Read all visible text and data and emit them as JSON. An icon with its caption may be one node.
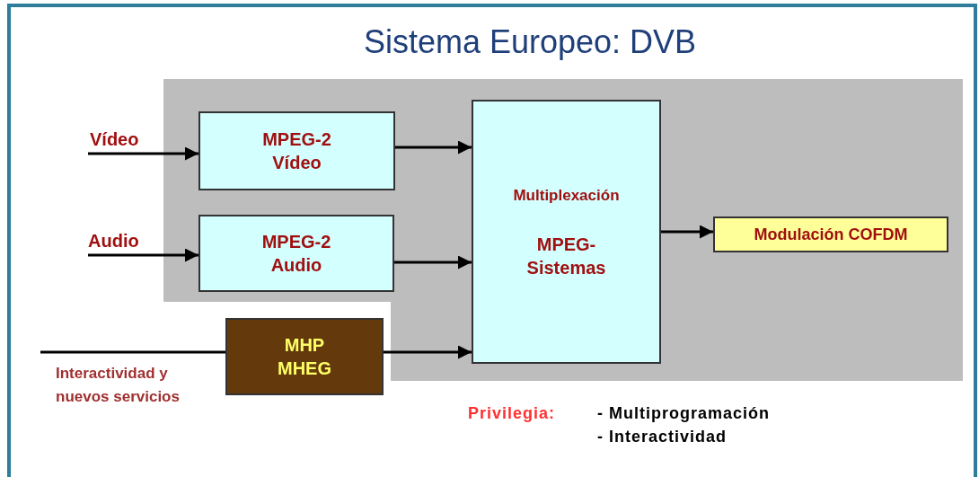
{
  "diagram": {
    "title": "Sistema Europeo: DVB",
    "nodes": [
      {
        "text": [
          "MPEG-2 Vídeo"
        ]
      },
      {
        "text": [
          "MPEG-2 Audio"
        ]
      },
      {
        "text": [
          "MHP MHEG"
        ]
      },
      {
        "text": [
          "Multiplexación",
          "MPEG-Sistemas"
        ]
      },
      {
        "text": [
          "Modulación COFDM"
        ]
      }
    ],
    "edges": [
      {
        "from": null,
        "to": 0,
        "arrow": "to",
        "label": "Vídeo"
      },
      {
        "from": null,
        "to": 1,
        "arrow": "to",
        "label": "Audio"
      },
      {
        "from": null,
        "to": 2,
        "arrow": "none",
        "label": "Interactividad y nuevos servicios"
      },
      {
        "from": 0,
        "to": 3,
        "arrow": "to"
      },
      {
        "from": 1,
        "to": 3,
        "arrow": "to"
      },
      {
        "from": 2,
        "to": 3,
        "arrow": "to"
      },
      {
        "from": 3,
        "to": 4,
        "arrow": "to"
      }
    ],
    "labels": [
      "Privilegia:",
      "- Multiprogramación",
      "- Interactividad"
    ]
  }
}
